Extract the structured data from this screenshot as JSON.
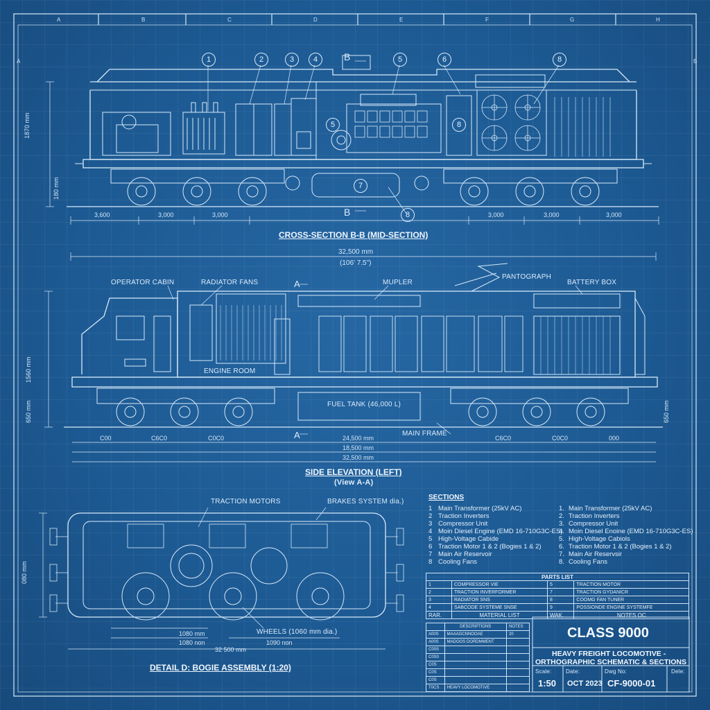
{
  "frame": {
    "top_letters": [
      "A",
      "B",
      "C",
      "D",
      "E",
      "F",
      "G",
      "H"
    ],
    "left_letters": [
      "A",
      "B"
    ]
  },
  "cross_section": {
    "title": "CROSS-SECTION B-B (MID-SECTION)",
    "section_mark": "B",
    "height_dim": "1870 mm",
    "lower_dim": "180 mm",
    "bottom_dims": [
      "3,600",
      "3,000",
      "3,000",
      "3,000",
      "3,000",
      "3,000"
    ],
    "callouts": [
      "1",
      "2",
      "3",
      "4",
      "5",
      "6",
      "8",
      "5",
      "8",
      "7",
      "8"
    ]
  },
  "side_elevation": {
    "title": "SIDE ELEVATION (LEFT)",
    "subtitle": "(View A-A)",
    "overall_dim": "32,500 mm",
    "overall_dim_imperial": "(106' 7.5\")",
    "height_dim": "1560 mm",
    "lower_dim": "650 mm",
    "right_dim": "650 mm",
    "section_mark": "A",
    "labels": {
      "operator_cabin": "OPERATOR CABIN",
      "radiator_fans": "RADIATOR FANS",
      "muffler": "MUPLER",
      "pantograph": "PANTOGRAPH",
      "battery_box": "BATTERY BOX",
      "engine_room": "ENGINE ROOM",
      "fuel_tank": "FUEL TANK (46,000 L)",
      "main_frame": "MAIN FRAME"
    },
    "bottom_dims": [
      "C00",
      "C6C0",
      "C0C0",
      "24,500 mm",
      "C6C0",
      "C0C0",
      "000"
    ],
    "dim_18500": "18,500 mm",
    "dim_32500": "32,500 mm"
  },
  "bogie": {
    "title": "DETAIL D: BOGIE ASSEMBLY (1:20)",
    "traction_motors": "TRACTION MOTORS",
    "brakes_system": "BRAKES SYSTEM  dia.)",
    "wheels": "WHEELS (1060 mm dia.)",
    "height_dim": "080 mm",
    "dims": [
      "1080 mm",
      "1080 non",
      "1090 non",
      "32 500 mm"
    ]
  },
  "sections": {
    "heading": "SECTIONS",
    "left_list": [
      {
        "n": "1",
        "t": "Main Transformer (25kV AC)"
      },
      {
        "n": "2",
        "t": "Traction Inverters"
      },
      {
        "n": "3",
        "t": "Compressor Unit"
      },
      {
        "n": "4",
        "t": "Moin Diesel Engine (EMD 16-710G3C-ES)"
      },
      {
        "n": "5",
        "t": "High-Voltage Cabide"
      },
      {
        "n": "6",
        "t": "Traction Motor 1 & 2 (Bogies 1 & 2)"
      },
      {
        "n": "7",
        "t": "Main Air Reservoir"
      },
      {
        "n": "8",
        "t": "Cooling Fans"
      }
    ],
    "right_list": [
      {
        "n": "1.",
        "t": "Main Transformer (25kV AC)"
      },
      {
        "n": "2.",
        "t": "Traction Inverters"
      },
      {
        "n": "3.",
        "t": "Compressor Unit"
      },
      {
        "n": "4.",
        "t": "Moin Diesel Enoine (EMD 16-710G3C-ES)"
      },
      {
        "n": "5.",
        "t": "High-Voltage Cabiols"
      },
      {
        "n": "6.",
        "t": "Traction Motor 1 & 2 (Bogies 1 & 2)"
      },
      {
        "n": "7.",
        "t": "Main Air Reservsir"
      },
      {
        "n": "8.",
        "t": "Cooling Fans"
      }
    ]
  },
  "parts_list": {
    "heading": "PARTS LIST",
    "rows": [
      {
        "a": "1",
        "b": "COMPRESSOR VIE",
        "c": "5",
        "d": "TRACTION MOTOR"
      },
      {
        "a": "2",
        "b": "TRACTION INVERFORMER",
        "c": "7",
        "d": "TRACTION GYDANICR"
      },
      {
        "a": "3",
        "b": "RADIATOR SNS",
        "c": "8",
        "d": "COOMG FAN TUNER"
      },
      {
        "a": "4",
        "b": "SABCODE SYSTEME SNSE",
        "c": "9",
        "d": "POSSIONDE ENGINE SYSTEMFE"
      }
    ],
    "footer": {
      "a": "RAR.",
      "b": "MATERIAL LIST",
      "c": "WAK.",
      "d": "NOTES OC"
    }
  },
  "material_list": {
    "headers": [
      "DESCRIPTIONS",
      "NOTES"
    ],
    "rows": [
      {
        "code": "A00S",
        "desc": "MAAAGCNNOOAE",
        "note": "20"
      },
      {
        "code": "A00S",
        "desc": "MADOOS DORDMMENT",
        "note": ""
      },
      {
        "code": "C00S",
        "desc": "",
        "note": ""
      },
      {
        "code": "C0S0",
        "desc": "",
        "note": ""
      },
      {
        "code": "C0S",
        "desc": "",
        "note": ""
      },
      {
        "code": "C0S",
        "desc": "",
        "note": ""
      },
      {
        "code": "C0S",
        "desc": "",
        "note": ""
      },
      {
        "code": "T0CS",
        "desc": "HEAVY LOCOMOTIVE",
        "note": ""
      }
    ]
  },
  "title_block": {
    "model": "CLASS 9000",
    "desc_line1": "HEAVY FREIGHT LOCOMOTIVE -",
    "desc_line2": "ORTHOGRAPHIC SCHEMATIC & SECTIONS",
    "scale_label": "Scale:",
    "scale": "1:50",
    "date_label": "Date:",
    "date": "OCT 2023",
    "dwg_label": "Dwg No:",
    "dwg": "CF-9000-01",
    "extra_label": "Dele:"
  },
  "colors": {
    "paper": "#1d5a93",
    "ink": "#dcecfb"
  }
}
